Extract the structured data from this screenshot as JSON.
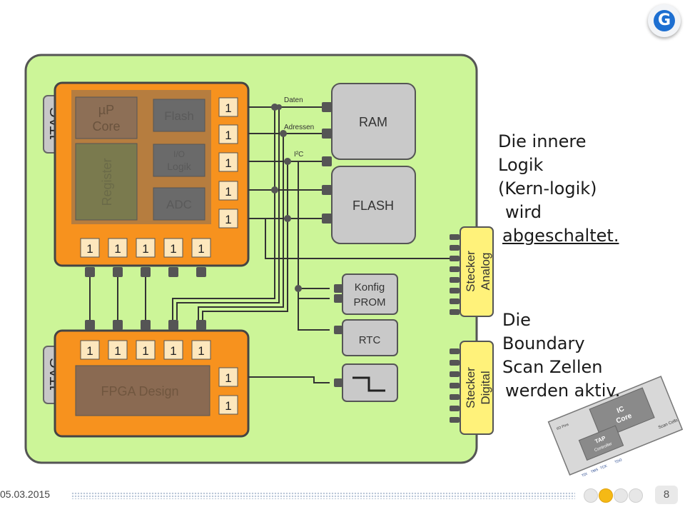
{
  "board": {
    "jtag_top": "JTAG",
    "jtag_bottom": "JTAG",
    "cpu": {
      "up_core_line1": "µP",
      "up_core_line2": "Core",
      "flash": "Flash",
      "io_line1": "I/O",
      "io_line2": "Logik",
      "adc": "ADC",
      "register": "Register",
      "right_cells": [
        "1",
        "1",
        "1",
        "1",
        "1"
      ],
      "bottom_cells": [
        "1",
        "1",
        "1",
        "1",
        "1"
      ]
    },
    "fpga": {
      "design": "FPGA Design",
      "top_cells": [
        "1",
        "1",
        "1",
        "1",
        "1"
      ],
      "right_cells": [
        "1",
        "1"
      ]
    },
    "bus": {
      "daten": "Daten",
      "adressen": "Adressen",
      "i2c": "I²C"
    },
    "chips": {
      "ram": "RAM",
      "flash": "FLASH",
      "konfig_line1": "Konfig",
      "konfig_line2": "PROM",
      "rtc": "RTC"
    },
    "stecker_analog_line1": "Stecker",
    "stecker_analog_line2": "Analog",
    "stecker_digital_line1": "Stecker",
    "stecker_digital_line2": "Digital"
  },
  "notes": {
    "note1": [
      "Die innere",
      "Logik",
      "(Kern-logik)",
      "wird",
      "abgeschaltet."
    ],
    "note2": [
      "Die",
      "Boundary",
      "Scan Zellen",
      "werden aktiv."
    ]
  },
  "inset": {
    "ic_line1": "IC",
    "ic_line2": "Core",
    "tap_line1": "TAP",
    "tap_line2": "Controller",
    "io_pins": "I/O Pins",
    "scan_cells": "Scan Cells",
    "pins": [
      "TDI",
      "TMS",
      "TCK",
      "TDO"
    ]
  },
  "footer": {
    "date": "05.03.2015",
    "page": "8"
  },
  "colors": {
    "board": "#ccf598",
    "chip": "#f7921e",
    "cell": "#fde7bd",
    "grey": "#c9c9c9"
  }
}
